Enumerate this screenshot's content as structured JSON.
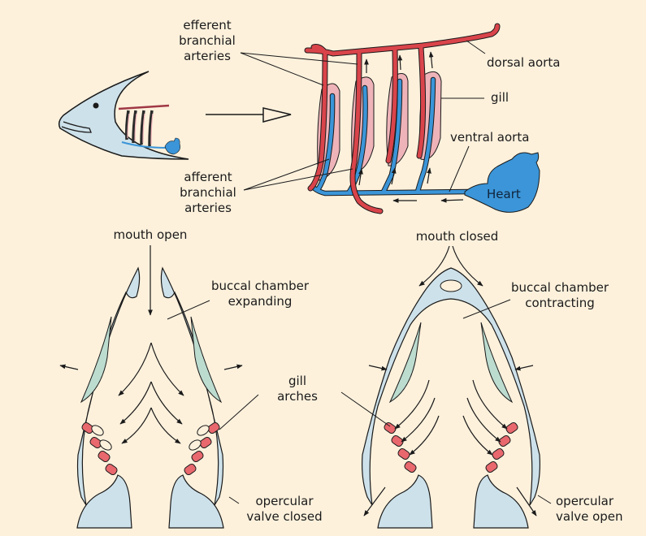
{
  "colors": {
    "background": "#fdf1dc",
    "oxygenated_blood": "#d9444a",
    "deoxygenated_blood": "#3b95d8",
    "gill_tissue": "#eeb3b8",
    "cartilage": "#cde1ea",
    "muscle": "#bcdccf",
    "gill_arch": "#e8686d",
    "outline": "#1a1a1a"
  },
  "top_panel": {
    "labels": {
      "efferent": [
        "efferent",
        "branchial",
        "arteries"
      ],
      "afferent": [
        "afferent",
        "branchial",
        "arteries"
      ],
      "dorsal_aorta": "dorsal aorta",
      "gill": "gill",
      "ventral_aorta": "ventral aorta",
      "heart": "Heart"
    }
  },
  "bottom_left": {
    "title": "mouth open",
    "chamber": [
      "buccal chamber",
      "expanding"
    ],
    "gill_arches": [
      "gill",
      "arches"
    ],
    "valve": [
      "opercular",
      "valve closed"
    ]
  },
  "bottom_right": {
    "title": "mouth closed",
    "chamber": [
      "buccal chamber",
      "contracting"
    ],
    "valve": [
      "opercular",
      "valve open"
    ]
  }
}
